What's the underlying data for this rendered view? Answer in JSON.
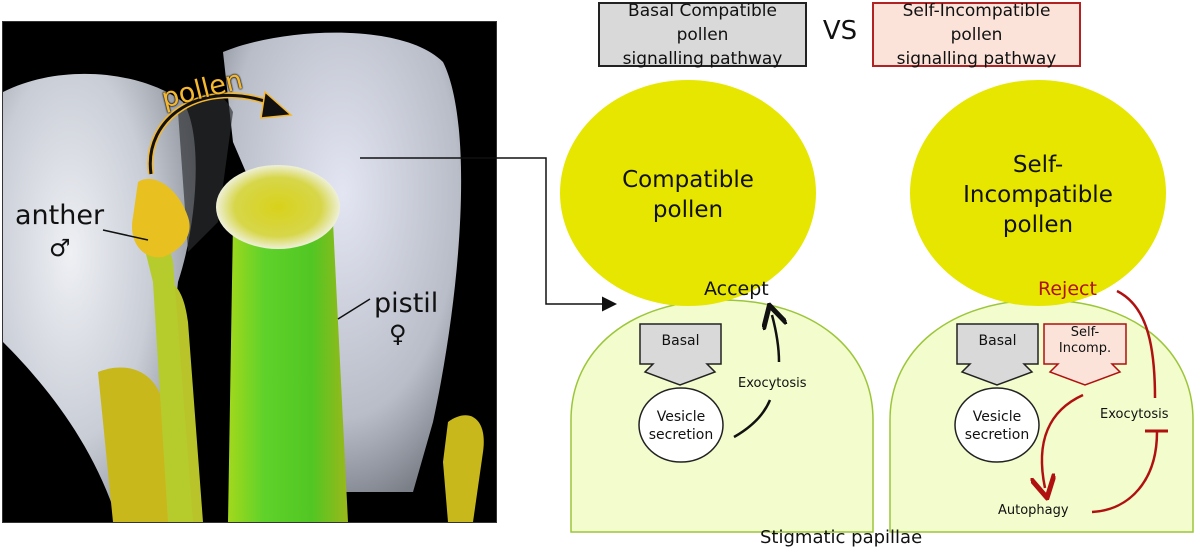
{
  "photo": {
    "labels": {
      "pollen": "pollen",
      "anther": "anther",
      "anther_symbol": "♂",
      "pistil": "pistil",
      "pistil_symbol": "♀"
    },
    "colors": {
      "pollen_label": "#f5b82e",
      "anther_yellow": "#e8c020",
      "pistil_green": "#5fd22a",
      "petal_white": "#d8dde6"
    }
  },
  "header": {
    "left_box": "Basal Compatible pollen signalling pathway",
    "left_line1": "Basal Compatible pollen",
    "left_line2": "signalling pathway",
    "vs": "VS",
    "right_line1": "Self-Incompatible pollen",
    "right_line2": "signalling pathway"
  },
  "compatible_panel": {
    "pollen_line1": "Compatible",
    "pollen_line2": "pollen",
    "outcome": "Accept",
    "signal_box": "Basal",
    "vesicle_line1": "Vesicle",
    "vesicle_line2": "secretion",
    "process": "Exocytosis"
  },
  "incompatible_panel": {
    "pollen_line1": "Self-",
    "pollen_line2": "Incompatible",
    "pollen_line3": "pollen",
    "outcome": "Reject",
    "basal_box": "Basal",
    "si_box_line1": "Self-",
    "si_box_line2": "Incomp.",
    "vesicle_line1": "Vesicle",
    "vesicle_line2": "secretion",
    "process_exocytosis": "Exocytosis",
    "process_autophagy": "Autophagy"
  },
  "footer": {
    "label": "Stigmatic papillae"
  },
  "colors": {
    "pollen_grain": "#e6e600",
    "papilla_fill": "#f2fccc",
    "papilla_stroke": "#9cc63a",
    "basal_box": "#d9d9d9",
    "si_box": "#fbe3da",
    "reject_red": "#b01010",
    "inhibit_red": "#b01010"
  }
}
